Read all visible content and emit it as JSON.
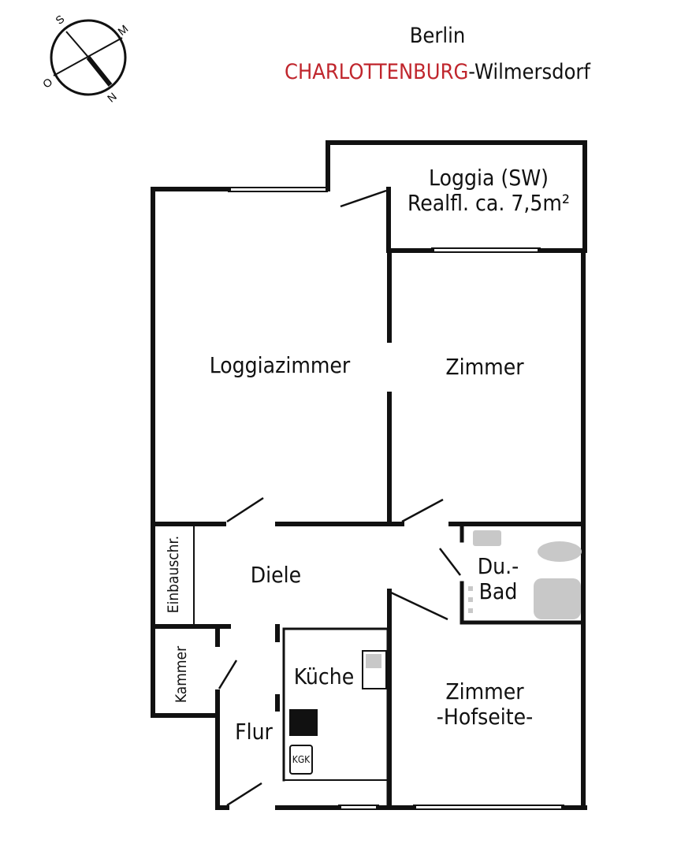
{
  "title": {
    "city": "Berlin",
    "district_red": "CHARLOTTENBURG",
    "district_rest": "-Wilmersdorf"
  },
  "compass": {
    "s": "S",
    "m": "M",
    "o": "O",
    "n": "N"
  },
  "rooms": {
    "loggia_line1": "Loggia (SW)",
    "loggia_line2": "Realfl. ca. 7,5m²",
    "loggiazimmer": "Loggiazimmer",
    "zimmer": "Zimmer",
    "diele": "Diele",
    "bad_line1": "Du.-",
    "bad_line2": "Bad",
    "einbau": "Einbauschr.",
    "kammer": "Kammer",
    "kueche": "Küche",
    "flur": "Flur",
    "kgk": "KGK",
    "hof_line1": "Zimmer",
    "hof_line2": "-Hofseite-"
  },
  "colors": {
    "wall": "#111111",
    "accent": "#c0262d",
    "fixture": "#c8c8c8"
  }
}
